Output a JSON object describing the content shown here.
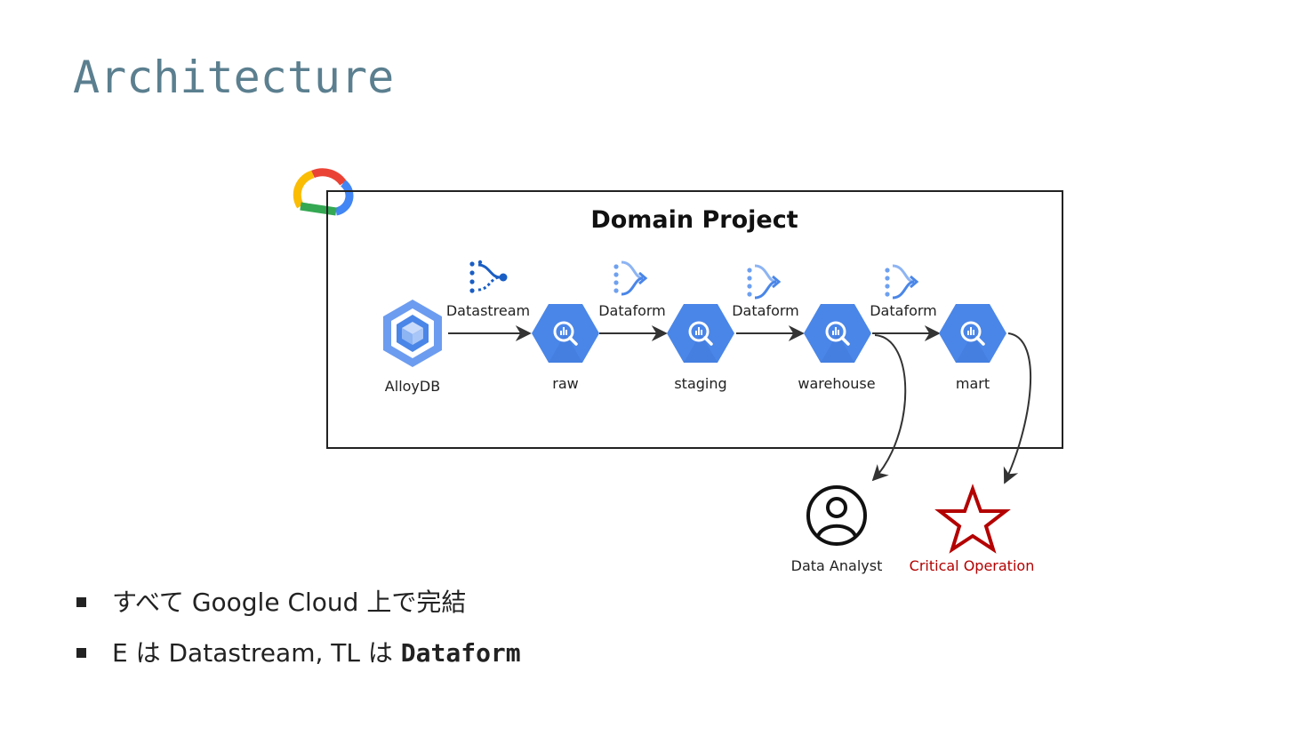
{
  "slide": {
    "title": "Architecture"
  },
  "diagram": {
    "project_label": "Domain Project",
    "nodes": {
      "alloydb": "AlloyDB",
      "raw": "raw",
      "staging": "staging",
      "warehouse": "warehouse",
      "mart": "mart"
    },
    "edges": {
      "datastream": "Datastream",
      "dataform_1": "Dataform",
      "dataform_2": "Dataform",
      "dataform_3": "Dataform"
    },
    "consumers": {
      "analyst": "Data Analyst",
      "critical": "Critical Operation"
    },
    "colors": {
      "bigquery_blue": "#4a86e8",
      "alloydb_blue": "#5c8fe6",
      "critical_red": "#b40000",
      "frame": "#222222"
    }
  },
  "bullets": [
    {
      "text": "すべて Google Cloud 上で完結"
    },
    {
      "text_prefix": "E は Datastream, TL は ",
      "text_strong": "Dataform"
    }
  ]
}
